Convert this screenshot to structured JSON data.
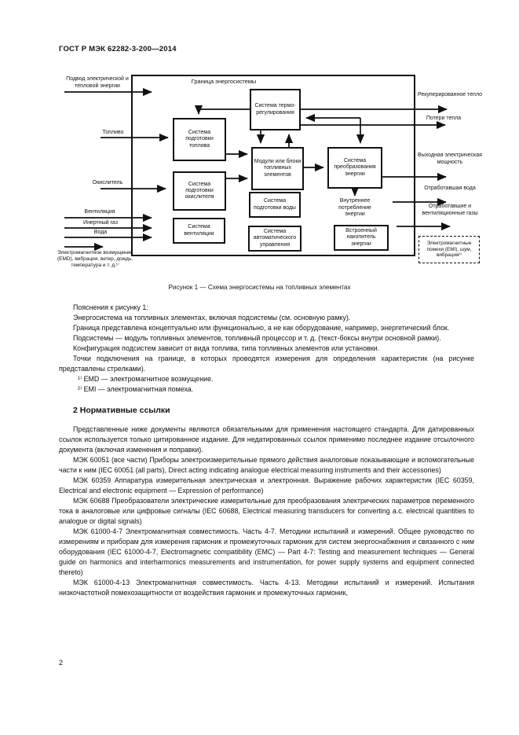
{
  "page": {
    "header": "ГОСТ Р МЭК 62282-3-200—2014",
    "page_number": "2"
  },
  "figure": {
    "boundary_label": "Граница энергосистемы",
    "caption": "Рисунок 1 — Схема энергосистемы на топливных элементах",
    "boxes": {
      "fuel_prep": "Система подготовки топлива",
      "oxidizer_prep": "Система подготовки окислителя",
      "ventilation": "Система вентиляции",
      "thermo": "Система термо-регулирования",
      "modules": "Модули или блоки топливных элементов",
      "water_prep": "Система подготовки воды",
      "control": "Система автоматического управления",
      "conversion": "Система преобразования энергии",
      "internal_consumption": "Внутреннее потребление энергии",
      "storage": "Встроенный накопитель энергии",
      "emi": "Электромагнитные помехи (EMI), шум, вибрация²⁾"
    },
    "inputs": {
      "power": "Подвод электрической и тепловой энергии",
      "fuel": "Топливо",
      "oxidizer": "Окислитель",
      "ventilation": "Вентиляция",
      "inert_gas": "Инертный газ",
      "water": "Вода",
      "emd": "Электромагнитное возмущение (EMD), вибрация, ветер, дождь, температура и т. д.¹⁾"
    },
    "outputs": {
      "recovered_heat": "Рекуперированное тепло",
      "heat_loss": "Потери тепла",
      "output_power": "Выходная электрическая мощность",
      "waste_water": "Отработавшая вода",
      "exhaust_gases": "Отработавшие и вентиляционные газы"
    }
  },
  "notes": {
    "items": [
      "Пояснения к рисунку 1:",
      "Энергосистема на топливных элементах, включая подсистемы (см. основную рамку).",
      "Граница представлена концептуально или функционально, а не как оборудование, например, энергетический блок.",
      "Подсистемы — модуль топливных элементов, топливный процессор и т. д. (текст-боксы внутри основной рамки).",
      "Конфигурация подсистем зависит от вида топлива, типа топливных элементов или установки.",
      "Точки подключения на границе, в которых проводятся измерения для определения характеристик (на рисунке представлены стрелками)."
    ],
    "footnotes": [
      "¹⁾ EMD — электромагнитное возмущение.",
      "²⁾ EMI — электромагнитная помеха."
    ]
  },
  "section": {
    "title": "2 Нормативные ссылки",
    "paragraphs": [
      "Представленные ниже документы являются обязательными для применения настоящего стандарта. Для датированных ссылок используется только цитированное издание. Для недатированных ссылок применимо последнее издание отсылочного документа (включая изменения и поправки).",
      "МЭК 60051 (все части) Приборы электроизмерительные прямого действия аналоговые показывающие и вспомогательные части к ним (IEC 60051 (all parts), Direct acting indicating analogue electrical measuring instruments and their accessories)",
      "МЭК 60359 Аппаратура измерительная электрическая и электронная. Выражение рабочих характеристик (IEC 60359, Electrical and electronic equipment — Expression of performance)",
      "МЭК 60688 Преобразователи электрические измерительные для преобразования электрических параметров переменного тока в аналоговые или цифровые сигналы (IEC 60688, Electrical measuring transducers for converting a.c. electrical quantities to analogue or digital signals)",
      "МЭК 61000-4-7 Электромагнитная совместимость. Часть 4-7. Методики испытаний и измерений. Общее руководство по измерениям и приборам для измерения гармоник и промежуточных гармоник для систем энергоснабжения и связанного с ним оборудования (IEC 61000-4-7, Electromagnetic compatibility (EMC) — Part 4-7: Testing and measurement techniques — General guide on harmonics and interharmonics measurements and instrumentation, for power supply systems and equipment connected thereto)",
      "МЭК 61000-4-13 Электромагнитная совместимость. Часть 4-13. Методики испытаний и измерений. Испытания низкочастотной помехозащитности от воздействия гармоник и промежуточных гармоник,"
    ]
  }
}
